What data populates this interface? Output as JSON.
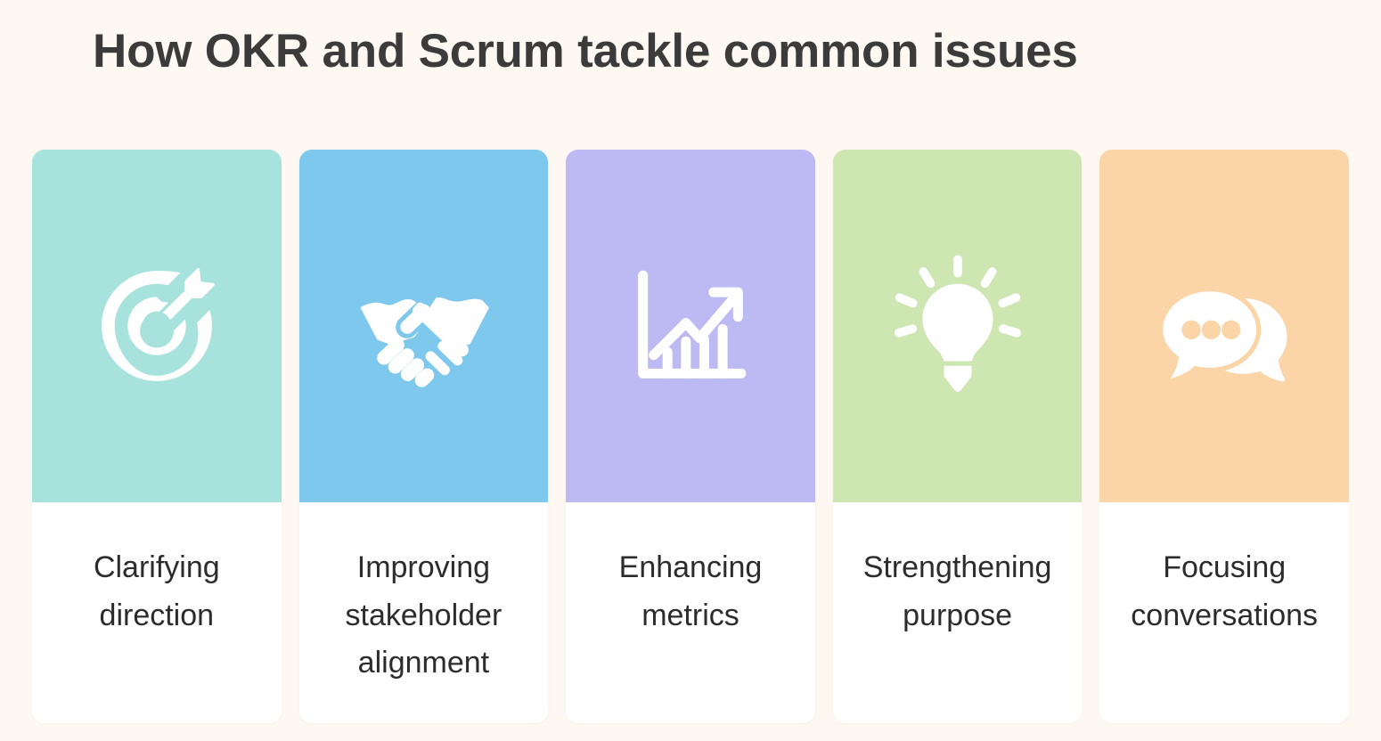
{
  "header": {
    "title": "How OKR and Scrum tackle common issues"
  },
  "theme": {
    "page_background": "#fdf8f1",
    "title_color": "#3b3b3b",
    "label_color": "#2c2c2c",
    "card_body_background": "#ffffff",
    "icon_color": "#ffffff"
  },
  "cards": [
    {
      "label": "Clarifying direction",
      "icon": "target-icon",
      "color": "#a7e3dc"
    },
    {
      "label": "Improving stakeholder alignment",
      "icon": "handshake-icon",
      "color": "#7dc8ec"
    },
    {
      "label": "Enhancing metrics",
      "icon": "growth-chart-icon",
      "color": "#bdb9f2"
    },
    {
      "label": "Strengthening purpose",
      "icon": "lightbulb-icon",
      "color": "#cde6b2"
    },
    {
      "label": "Focusing conversations",
      "icon": "speech-bubbles-icon",
      "color": "#fbd5a8"
    }
  ]
}
